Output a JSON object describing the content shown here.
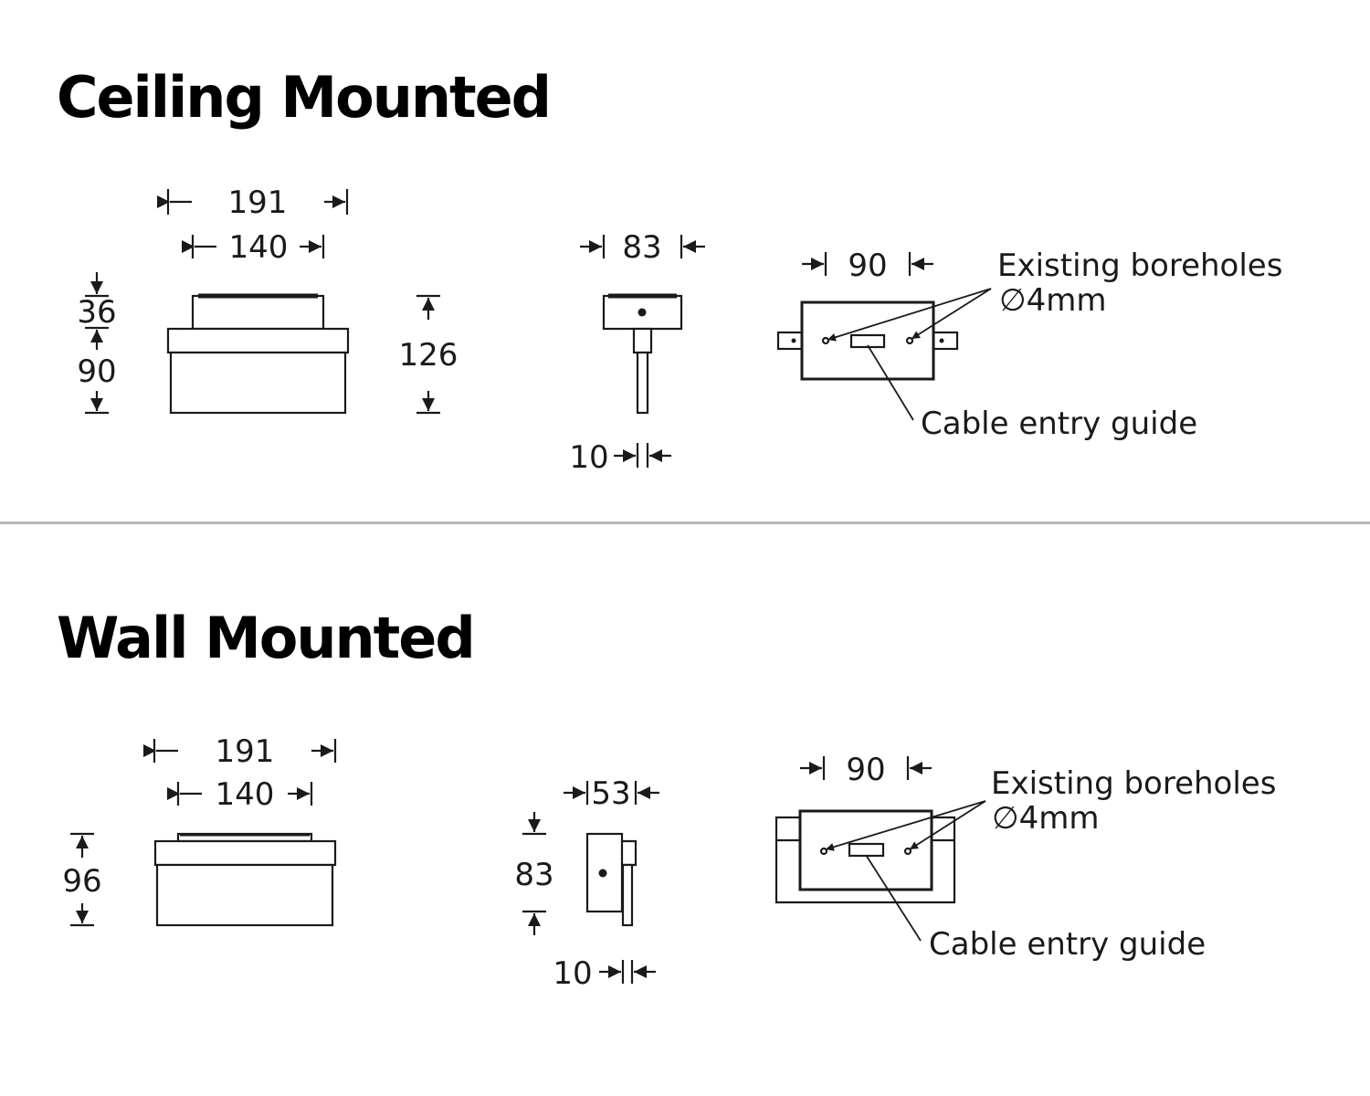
{
  "ceiling": {
    "title": "Ceiling Mounted",
    "front": {
      "width_outer": "191",
      "width_inner": "140",
      "height_top": "36",
      "height_body": "90",
      "height_total": "126"
    },
    "side": {
      "depth": "83",
      "stem": "10"
    },
    "plate": {
      "width": "90",
      "boreholes_label": "Existing boreholes",
      "borehole_size": "∅4mm",
      "cable_label": "Cable entry guide"
    }
  },
  "wall": {
    "title": "Wall Mounted",
    "front": {
      "width_outer": "191",
      "width_inner": "140",
      "height_total": "96"
    },
    "side": {
      "depth": "53",
      "height": "83",
      "stem": "10"
    },
    "plate": {
      "width": "90",
      "boreholes_label": "Existing boreholes",
      "borehole_size": "∅4mm",
      "cable_label": "Cable entry guide"
    }
  },
  "colors": {
    "line": "#1a1a1a",
    "divider": "#b4b4b4"
  }
}
